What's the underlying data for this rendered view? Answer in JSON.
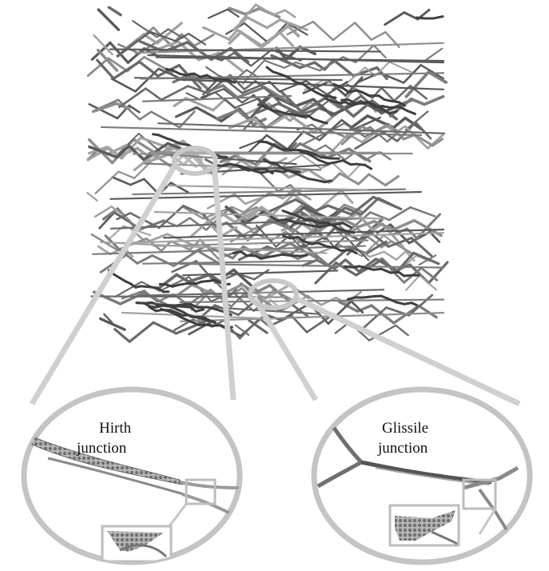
{
  "labels": {
    "hirth": {
      "line1": "Hirth",
      "line2": "junction"
    },
    "glissile": {
      "line1": "Glissile",
      "line2": "junction"
    }
  },
  "colors": {
    "background": "#ffffff",
    "dislocation_line": "#7a7a7a",
    "dislocation_dark": "#4d4d4d",
    "magnifier_ring": "#c4c4c4",
    "connector": "#cccccc",
    "atom_fill": "#8c8c8c"
  },
  "annotations": [
    {
      "type": "magnifier",
      "target": "hirth-junction"
    },
    {
      "type": "magnifier",
      "target": "glissile-junction"
    }
  ]
}
